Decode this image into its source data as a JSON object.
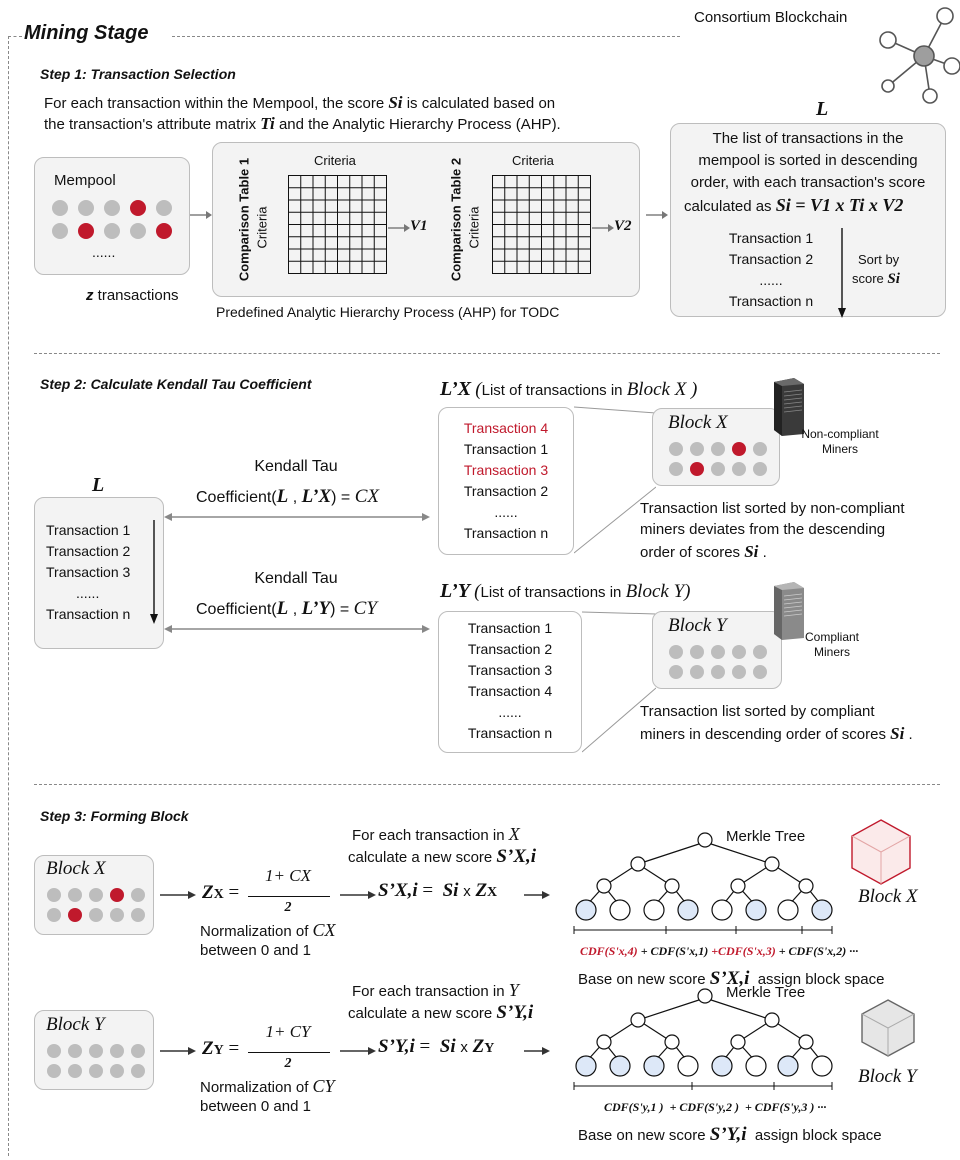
{
  "header": {
    "stage_title": "Mining Stage",
    "consortium_label": "Consortium Blockchain"
  },
  "step1": {
    "title": "Step 1: Transaction Selection",
    "desc_line1": "For each transaction within the Mempool, the score Si is calculated based on",
    "desc_line2": "the transaction's attribute matrix Ti and the Analytic Hierarchy Process (AHP).",
    "mempool_label": "Mempool",
    "mempool_dots": "......",
    "z_count": "z",
    "z_label": "transactions",
    "table1_label": "Comparison Table 1",
    "table2_label": "Comparison Table 2",
    "criteria_label": "Criteria",
    "v1": "V1",
    "v2": "V2",
    "ahp_caption": "Predefined Analytic Hierarchy Process (AHP) for TODC",
    "L_symbol": "L",
    "sorted_line1": "The list of transactions in the",
    "sorted_line2": "mempool is sorted in descending",
    "sorted_line3": "order, with each transaction's score",
    "sorted_line4_prefix": "calculated as",
    "formula": "Si = V1 x Ti x V2",
    "tx_list": [
      "Transaction 1",
      "Transaction 2",
      "......",
      "Transaction n"
    ],
    "sort_by": "Sort by",
    "score_si": "score Si"
  },
  "step2": {
    "title": "Step 2: Calculate Kendall Tau Coefficient",
    "L_symbol": "L",
    "l_list": [
      "Transaction 1",
      "Transaction 2",
      "Transaction 3",
      "......",
      "Transaction n"
    ],
    "kendall_label": "Kendall Tau",
    "coef_x": "Coefficient(L , L'X) = CX",
    "coef_y": "Coefficient(L , L'Y) = CY",
    "lx_title": "L'X (List of transactions in Block X )",
    "ly_title": "L'Y (List of transactions in Block Y)",
    "lx_list": [
      "Transaction 4",
      "Transaction 1",
      "Transaction 3",
      "Transaction 2",
      "......",
      "Transaction n"
    ],
    "ly_list": [
      "Transaction 1",
      "Transaction 2",
      "Transaction 3",
      "Transaction 4",
      "......",
      "Transaction n"
    ],
    "block_x": "Block X",
    "block_y": "Block Y",
    "noncompliant_line1": "Non-compliant",
    "noncompliant_line2": "Miners",
    "compliant_line1": "Compliant",
    "compliant_line2": "Miners",
    "x_note_line1": "Transaction list sorted by non-compliant",
    "x_note_line2": "miners deviates from the descending",
    "x_note_line3": "order of scores Si .",
    "y_note_line1": "Transaction list sorted by compliant",
    "y_note_line2": "miners in descending order of scores Si ."
  },
  "step3": {
    "title": "Step 3: Forming Block",
    "block_x": "Block X",
    "block_y": "Block Y",
    "zx_formula_lhs": "ZX =",
    "zy_formula_lhs": "ZY =",
    "num_x": "1+ CX",
    "num_y": "1+ CY",
    "den": "2",
    "norm_x_line1": "Normalization of CX",
    "norm_y_line1": "Normalization of CY",
    "norm_line2": "between 0 and 1",
    "new_score_x_line1": "For each transaction in X",
    "new_score_x_line2": "calculate a new score S'X,i",
    "new_score_y_line1": "For each transaction in Y",
    "new_score_y_line2": "calculate a new score S'Y,i",
    "sx_formula": "S'X,i = Si x ZX",
    "sy_formula": "S'Y,i = Si x ZY",
    "merkle_label": "Merkle Tree",
    "cdf_x": [
      "CDF(S'x,4)",
      "+ CDF(S'x,1)",
      "+CDF(S'x,3)",
      "+ CDF(S'x,2) ···"
    ],
    "cdf_y": [
      "CDF(S'y,1 )",
      "+ CDF(S'y,2 )",
      "+ CDF(S'y,3 ) ···"
    ],
    "assign_x": "Base on new score S'X,i assign block space",
    "assign_y": "Base on new score S'Y,i assign block space",
    "block_x_label": "Block X",
    "block_y_label": "Block Y"
  },
  "colors": {
    "red": "#c0192c",
    "gray_dot": "#bdbdbd",
    "leaf_blue": "#dde8f8"
  }
}
